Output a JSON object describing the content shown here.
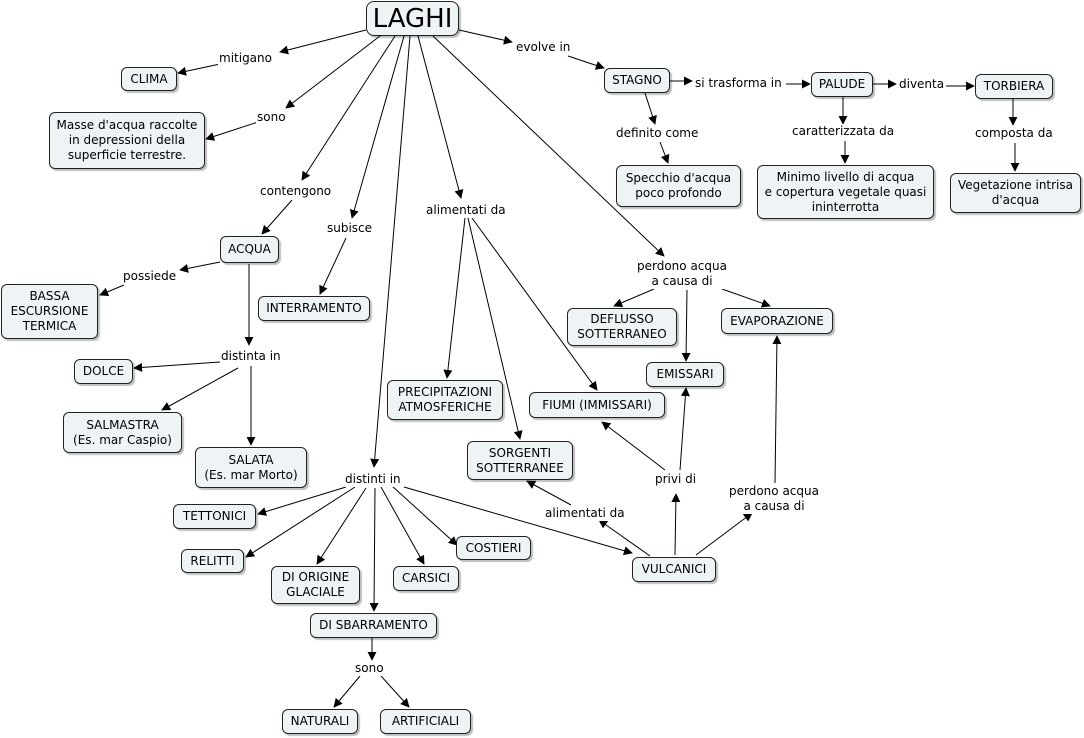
{
  "concepts": {
    "laghi": "LAGHI",
    "clima": "CLIMA",
    "masse": "Masse d'acqua raccolte\nin depressioni della\nsuperficie terrestre.",
    "acqua": "ACQUA",
    "bassa": "BASSA\nESCURSIONE\nTERMICA",
    "dolce": "DOLCE",
    "salmastra": "SALMASTRA\n(Es. mar Caspio)",
    "salata": "SALATA\n(Es. mar Morto)",
    "interramento": "INTERRAMENTO",
    "stagno": "STAGNO",
    "palude": "PALUDE",
    "torbiera": "TORBIERA",
    "specchio": "Specchio d'acqua\npoco profondo",
    "minimo": "Minimo livello di acqua\ne copertura vegetale quasi\nininterrotta",
    "vegetazione": "Vegetazione intrisa\nd'acqua",
    "deflusso": "DEFLUSSO\nSOTTERRANEO",
    "evaporazione": "EVAPORAZIONE",
    "emissari": "EMISSARI",
    "precipitazioni": "PRECIPITAZIONI\nATMOSFERICHE",
    "fiumi": "FIUMI (IMMISSARI)",
    "sorgenti": "SORGENTI\nSOTTERRANEE",
    "tettonici": "TETTONICI",
    "relitti": "RELITTI",
    "glaciale": "DI ORIGINE\nGLACIALE",
    "carsici": "CARSICI",
    "costieri": "COSTIERI",
    "vulcanici": "VULCANICI",
    "sbarramento": "DI SBARRAMENTO",
    "naturali": "NATURALI",
    "artificiali": "ARTIFICIALI"
  },
  "links": {
    "mitigano": "mitigano",
    "sono": "sono",
    "contengono": "contengono",
    "subisce": "subisce",
    "alimentati_da": "alimentati da",
    "evolve_in": "evolve in",
    "si_trasforma_in": "si trasforma in",
    "diventa": "diventa",
    "definito_come": "definito come",
    "caratterizzata_da": "caratterizzata da",
    "composta_da": "composta da",
    "perdono_acqua_1": "perdono acqua\na causa di",
    "possiede": "possiede",
    "distinta_in": "distinta in",
    "distinti_in": "distinti in",
    "privi_di": "privi di",
    "alimentati_da_2": "alimentati da",
    "perdono_acqua_2": "perdono acqua\na causa di",
    "sono_2": "sono"
  },
  "colors": {
    "node_fill": "#eef3f6",
    "node_border": "#222222",
    "line": "#000000"
  }
}
